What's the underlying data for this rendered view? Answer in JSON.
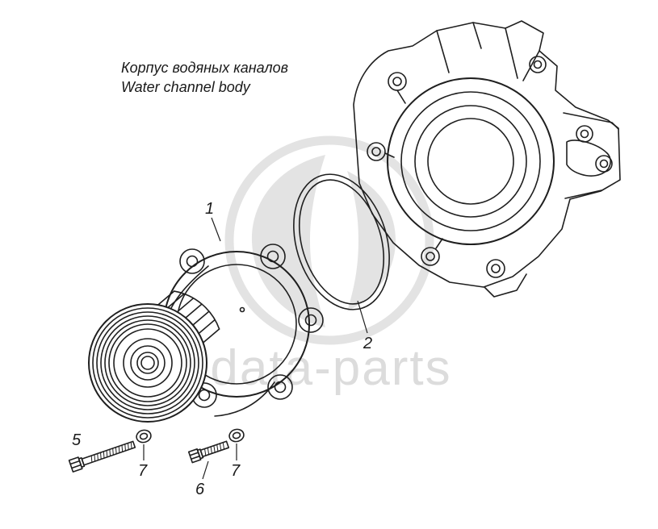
{
  "annotations": {
    "label_ru": "Корпус водяных каналов",
    "label_en": "Water channel body"
  },
  "watermark": {
    "text": "data-parts"
  },
  "colors": {
    "background": "#ffffff",
    "line": "#1f1f1f",
    "watermark": "#dcdcdc"
  },
  "callouts": [
    {
      "number": "1"
    },
    {
      "number": "2"
    },
    {
      "number": "5"
    },
    {
      "number": "6"
    },
    {
      "number": "7"
    },
    {
      "number": "7"
    }
  ]
}
